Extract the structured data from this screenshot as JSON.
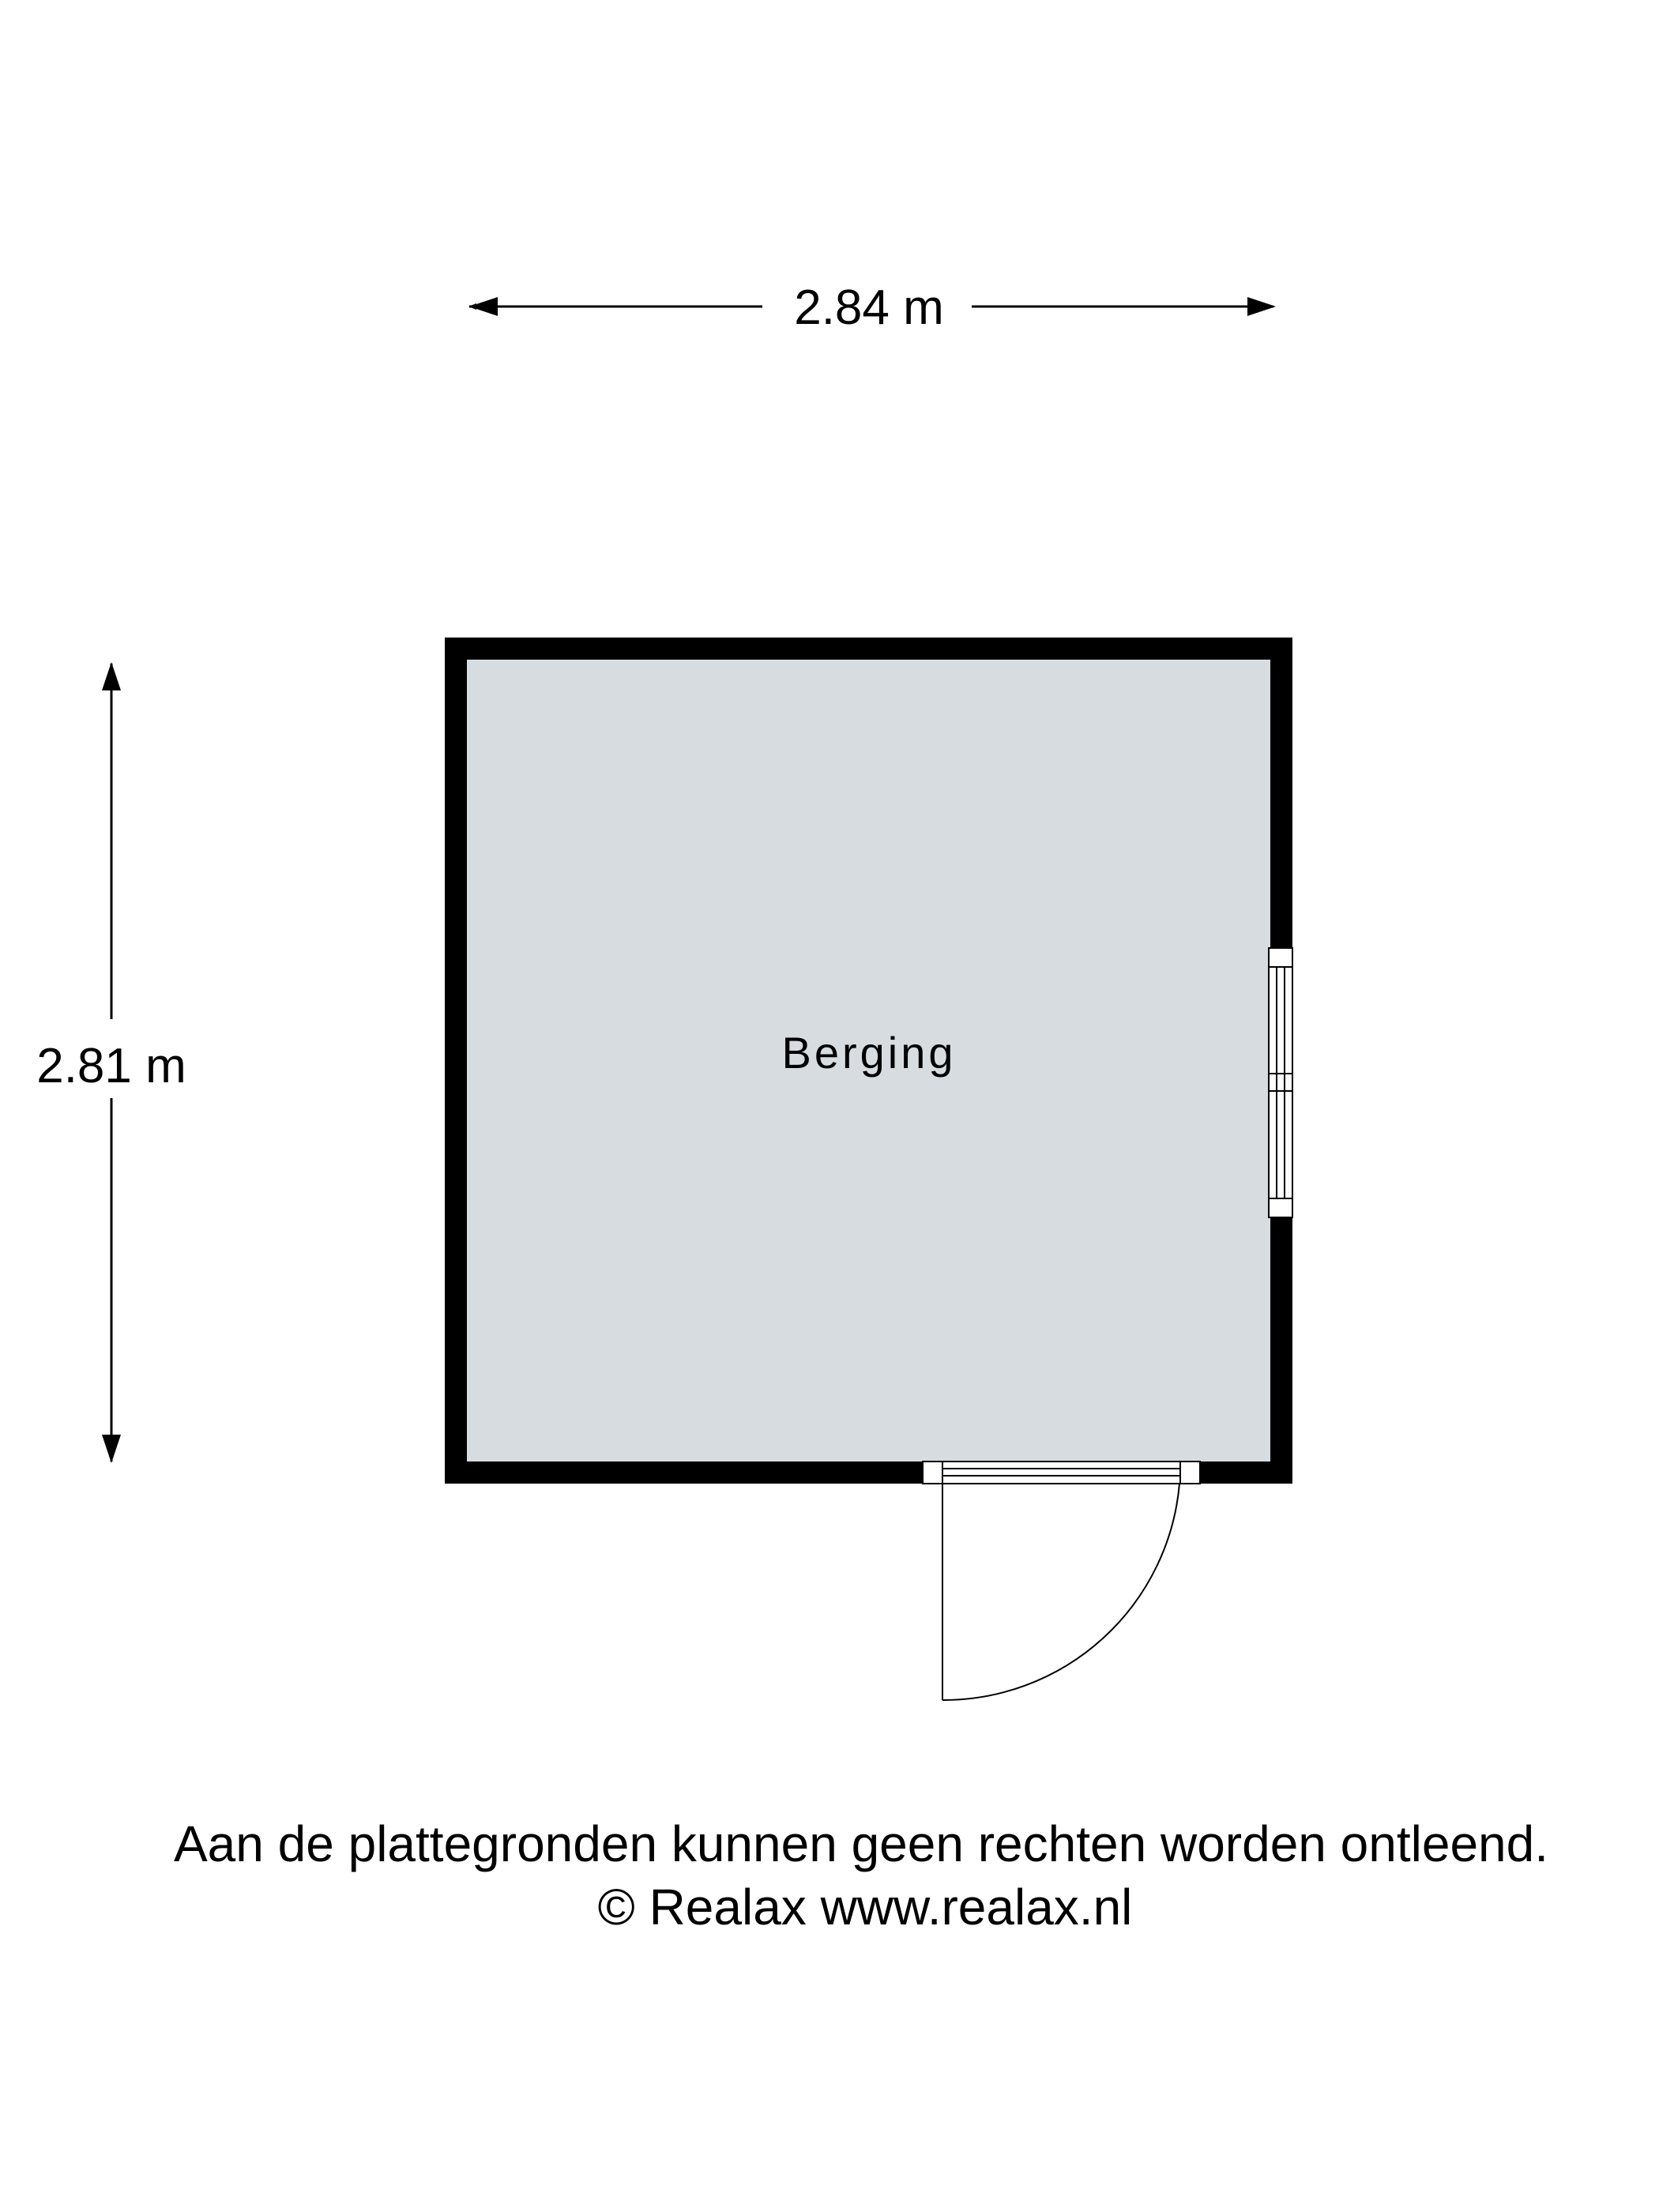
{
  "dimensions": {
    "width_label": "2.84 m",
    "height_label": "2.81 m"
  },
  "room": {
    "name": "Berging",
    "fill_color": "#d7dce0",
    "wall_color": "#000000"
  },
  "footer": {
    "disclaimer": "Aan de plattegronden kunnen geen rechten worden ontleend.",
    "copyright": "© Realax www.realax.nl"
  }
}
